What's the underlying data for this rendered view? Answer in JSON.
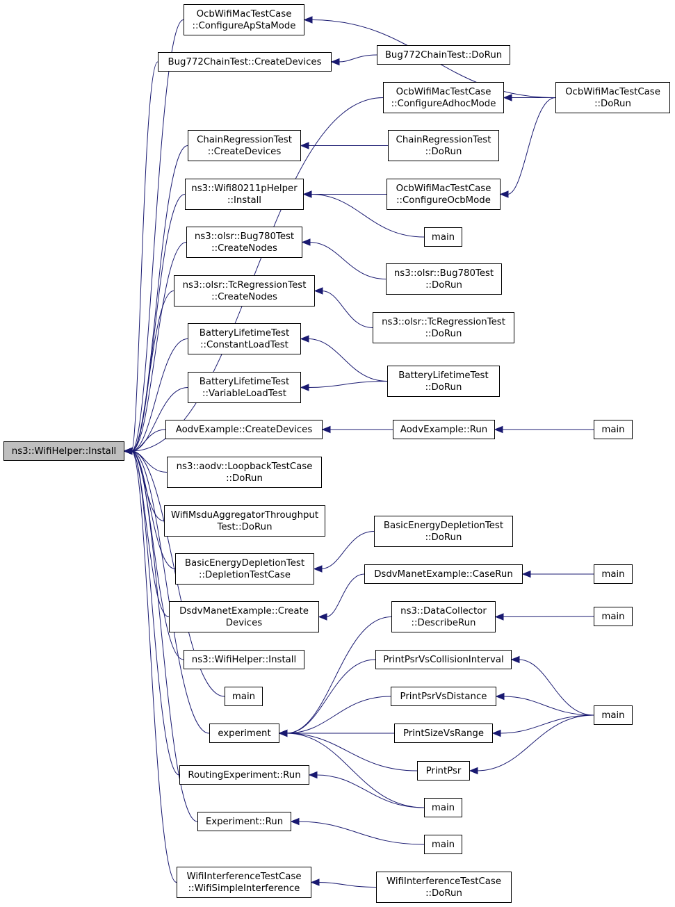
{
  "colors": {
    "edge": "#191970",
    "root_fill": "#bfbfbf",
    "node_border": "#000000"
  },
  "nodes": {
    "root": {
      "lines": [
        "ns3::WifiHelper::Install"
      ]
    },
    "ocb_apsta": {
      "lines": [
        "OcbWifiMacTestCase",
        "::ConfigureApStaMode"
      ]
    },
    "bug772_create": {
      "lines": [
        "Bug772ChainTest::CreateDevices"
      ]
    },
    "bug772_dorun": {
      "lines": [
        "Bug772ChainTest::DoRun"
      ]
    },
    "ocb_adhoc": {
      "lines": [
        "OcbWifiMacTestCase",
        "::ConfigureAdhocMode"
      ]
    },
    "ocb_dorun": {
      "lines": [
        "OcbWifiMacTestCase",
        "::DoRun"
      ]
    },
    "chain_create": {
      "lines": [
        "ChainRegressionTest",
        "::CreateDevices"
      ]
    },
    "chain_dorun": {
      "lines": [
        "ChainRegressionTest",
        "::DoRun"
      ]
    },
    "wifi80211p": {
      "lines": [
        "ns3::Wifi80211pHelper",
        "::Install"
      ]
    },
    "ocb_ocbmode": {
      "lines": [
        "OcbWifiMacTestCase",
        "::ConfigureOcbMode"
      ]
    },
    "main_a": {
      "lines": [
        "main"
      ]
    },
    "bug780_create": {
      "lines": [
        "ns3::olsr::Bug780Test",
        "::CreateNodes"
      ]
    },
    "bug780_dorun": {
      "lines": [
        "ns3::olsr::Bug780Test",
        "::DoRun"
      ]
    },
    "tc_create": {
      "lines": [
        "ns3::olsr::TcRegressionTest",
        "::CreateNodes"
      ]
    },
    "tc_dorun": {
      "lines": [
        "ns3::olsr::TcRegressionTest",
        "::DoRun"
      ]
    },
    "batt_const": {
      "lines": [
        "BatteryLifetimeTest",
        "::ConstantLoadTest"
      ]
    },
    "batt_var": {
      "lines": [
        "BatteryLifetimeTest",
        "::VariableLoadTest"
      ]
    },
    "batt_dorun": {
      "lines": [
        "BatteryLifetimeTest",
        "::DoRun"
      ]
    },
    "aodv_create": {
      "lines": [
        "AodvExample::CreateDevices"
      ]
    },
    "aodv_run": {
      "lines": [
        "AodvExample::Run"
      ]
    },
    "main_aodv": {
      "lines": [
        "main"
      ]
    },
    "aodv_loopback": {
      "lines": [
        "ns3::aodv::LoopbackTestCase",
        "::DoRun"
      ]
    },
    "msdu": {
      "lines": [
        "WifiMsduAggregatorThroughput",
        "Test::DoRun"
      ]
    },
    "basic_dorun": {
      "lines": [
        "BasicEnergyDepletionTest",
        "::DoRun"
      ]
    },
    "basic_case": {
      "lines": [
        "BasicEnergyDepletionTest",
        "::DepletionTestCase"
      ]
    },
    "dsdv_caserun": {
      "lines": [
        "DsdvManetExample::CaseRun"
      ]
    },
    "main_dsdv": {
      "lines": [
        "main"
      ]
    },
    "dsdv_create": {
      "lines": [
        "DsdvManetExample::Create",
        "Devices"
      ]
    },
    "datacollector": {
      "lines": [
        "ns3::DataCollector",
        "::DescribeRun"
      ]
    },
    "main_dc": {
      "lines": [
        "main"
      ]
    },
    "wifihelper2": {
      "lines": [
        "ns3::WifiHelper::Install"
      ]
    },
    "psr_coll": {
      "lines": [
        "PrintPsrVsCollisionInterval"
      ]
    },
    "main_direct": {
      "lines": [
        "main"
      ]
    },
    "psr_dist": {
      "lines": [
        "PrintPsrVsDistance"
      ]
    },
    "main_psr": {
      "lines": [
        "main"
      ]
    },
    "experiment": {
      "lines": [
        "experiment"
      ]
    },
    "size_range": {
      "lines": [
        "PrintSizeVsRange"
      ]
    },
    "printpsr": {
      "lines": [
        "PrintPsr"
      ]
    },
    "routing_run": {
      "lines": [
        "RoutingExperiment::Run"
      ]
    },
    "main_exp": {
      "lines": [
        "main"
      ]
    },
    "exp_run": {
      "lines": [
        "Experiment::Run"
      ]
    },
    "main_exprun": {
      "lines": [
        "main"
      ]
    },
    "wit_simple": {
      "lines": [
        "WifiInterferenceTestCase",
        "::WifiSimpleInterference"
      ]
    },
    "wit_dorun": {
      "lines": [
        "WifiInterferenceTestCase",
        "::DoRun"
      ]
    }
  },
  "edges": [
    [
      "ocb_apsta",
      "root"
    ],
    [
      "bug772_create",
      "root"
    ],
    [
      "ocb_adhoc",
      "root"
    ],
    [
      "chain_create",
      "root"
    ],
    [
      "wifi80211p",
      "root"
    ],
    [
      "bug780_create",
      "root"
    ],
    [
      "tc_create",
      "root"
    ],
    [
      "batt_const",
      "root"
    ],
    [
      "batt_var",
      "root"
    ],
    [
      "aodv_create",
      "root"
    ],
    [
      "aodv_loopback",
      "root"
    ],
    [
      "msdu",
      "root"
    ],
    [
      "basic_case",
      "root"
    ],
    [
      "dsdv_create",
      "root"
    ],
    [
      "wifihelper2",
      "root"
    ],
    [
      "main_direct",
      "root"
    ],
    [
      "experiment",
      "root"
    ],
    [
      "routing_run",
      "root"
    ],
    [
      "exp_run",
      "root"
    ],
    [
      "wit_simple",
      "root"
    ],
    [
      "ocb_dorun",
      "ocb_apsta"
    ],
    [
      "bug772_dorun",
      "bug772_create"
    ],
    [
      "ocb_dorun",
      "ocb_adhoc"
    ],
    [
      "chain_dorun",
      "chain_create"
    ],
    [
      "ocb_ocbmode",
      "wifi80211p"
    ],
    [
      "main_a",
      "wifi80211p"
    ],
    [
      "ocb_dorun",
      "ocb_ocbmode"
    ],
    [
      "bug780_dorun",
      "bug780_create"
    ],
    [
      "tc_dorun",
      "tc_create"
    ],
    [
      "batt_dorun",
      "batt_const"
    ],
    [
      "batt_dorun",
      "batt_var"
    ],
    [
      "aodv_run",
      "aodv_create"
    ],
    [
      "main_aodv",
      "aodv_run"
    ],
    [
      "basic_dorun",
      "basic_case"
    ],
    [
      "dsdv_caserun",
      "dsdv_create"
    ],
    [
      "main_dsdv",
      "dsdv_caserun"
    ],
    [
      "datacollector",
      "experiment"
    ],
    [
      "main_dc",
      "datacollector"
    ],
    [
      "psr_coll",
      "experiment"
    ],
    [
      "psr_dist",
      "experiment"
    ],
    [
      "size_range",
      "experiment"
    ],
    [
      "printpsr",
      "experiment"
    ],
    [
      "main_exp",
      "experiment"
    ],
    [
      "main_psr",
      "psr_coll"
    ],
    [
      "main_psr",
      "psr_dist"
    ],
    [
      "main_psr",
      "size_range"
    ],
    [
      "main_psr",
      "printpsr"
    ],
    [
      "main_exp",
      "routing_run"
    ],
    [
      "main_exprun",
      "exp_run"
    ],
    [
      "wit_dorun",
      "wit_simple"
    ]
  ]
}
